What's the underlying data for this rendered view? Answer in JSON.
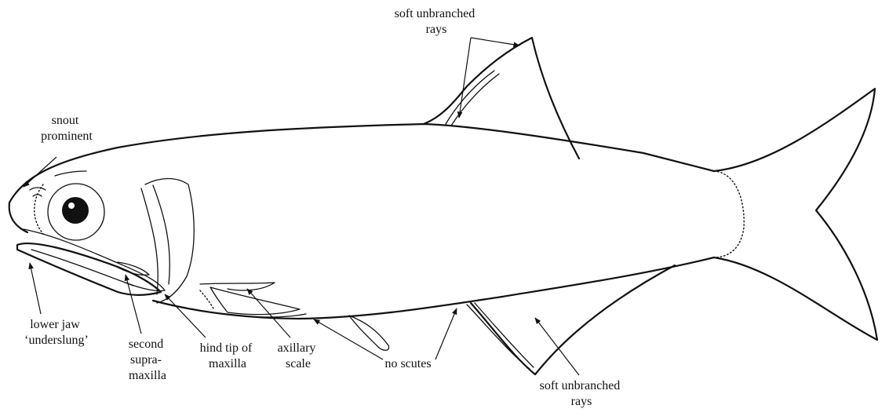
{
  "labels": {
    "snout": [
      "snout",
      "prominent"
    ],
    "dorsal_rays": [
      "soft unbranched",
      "rays"
    ],
    "lower_jaw": [
      "lower jaw",
      "‘underslung’"
    ],
    "second_supramaxilla": [
      "second",
      "supra-",
      "maxilla"
    ],
    "hind_tip": [
      "hind tip of",
      "maxilla"
    ],
    "axillary": [
      "axillary",
      "scale"
    ],
    "no_scutes": [
      "no scutes"
    ],
    "anal_rays": [
      "soft unbranched",
      "rays"
    ]
  },
  "colors": {
    "ink": "#111111",
    "background": "#ffffff"
  }
}
